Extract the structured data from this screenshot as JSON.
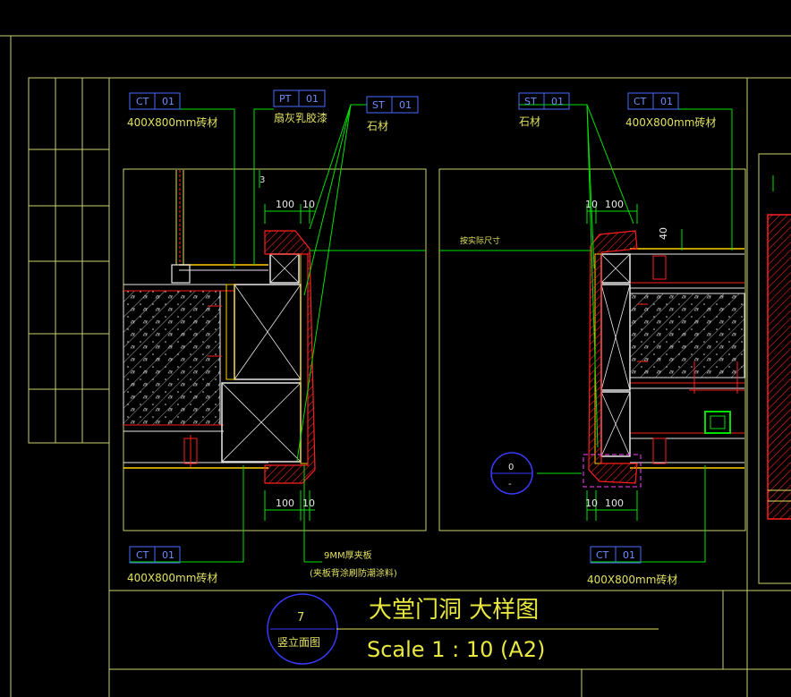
{
  "colors": {
    "background": "#000000",
    "frame": "#c8d26e",
    "leader": "#00e000",
    "tag_box": "#4a6cff",
    "tag_text": "#6e8cff",
    "label": "#e0e060",
    "section_red": "#ff2020",
    "section_white": "#e8e8e8",
    "title": "#e8e840",
    "circle": "#3a3aff",
    "magenta": "#ff40ff"
  },
  "tags": {
    "ct1": {
      "code": "CT",
      "num": "01"
    },
    "pt1": {
      "code": "PT",
      "num": "01"
    },
    "st1": {
      "code": "ST",
      "num": "01"
    },
    "st2": {
      "code": "ST",
      "num": "01"
    },
    "ct2": {
      "code": "CT",
      "num": "01"
    },
    "ct3": {
      "code": "CT",
      "num": "01"
    },
    "ct4": {
      "code": "CT",
      "num": "01"
    }
  },
  "labels": {
    "tile_1": "400X800mm砖材",
    "paint": "扇灰乳胶漆",
    "stone_1": "石材",
    "stone_2": "石材",
    "tile_2": "400X800mm砖材",
    "tile_3": "400X800mm砖材",
    "tile_4": "400X800mm砖材",
    "board_note": "9MM厚夹板",
    "board_note_sub": "(夹板背涂刷防潮涂料)",
    "site_dim": "按实际尺寸"
  },
  "dims": {
    "left_top_a": "100",
    "left_top_b": "10",
    "left_top_c": "3",
    "left_bot_a": "100",
    "left_bot_b": "10",
    "right_top_a": "10",
    "right_top_b": "100",
    "right_top_c": "40",
    "right_bot_a": "10",
    "right_bot_b": "100"
  },
  "section_marker": {
    "number": "0",
    "sub": "-"
  },
  "title_block": {
    "sheet_number": "7",
    "view_name": "竖立面图",
    "title": "大堂门洞  大样图",
    "scale": "Scale 1 : 10 (A2)"
  }
}
